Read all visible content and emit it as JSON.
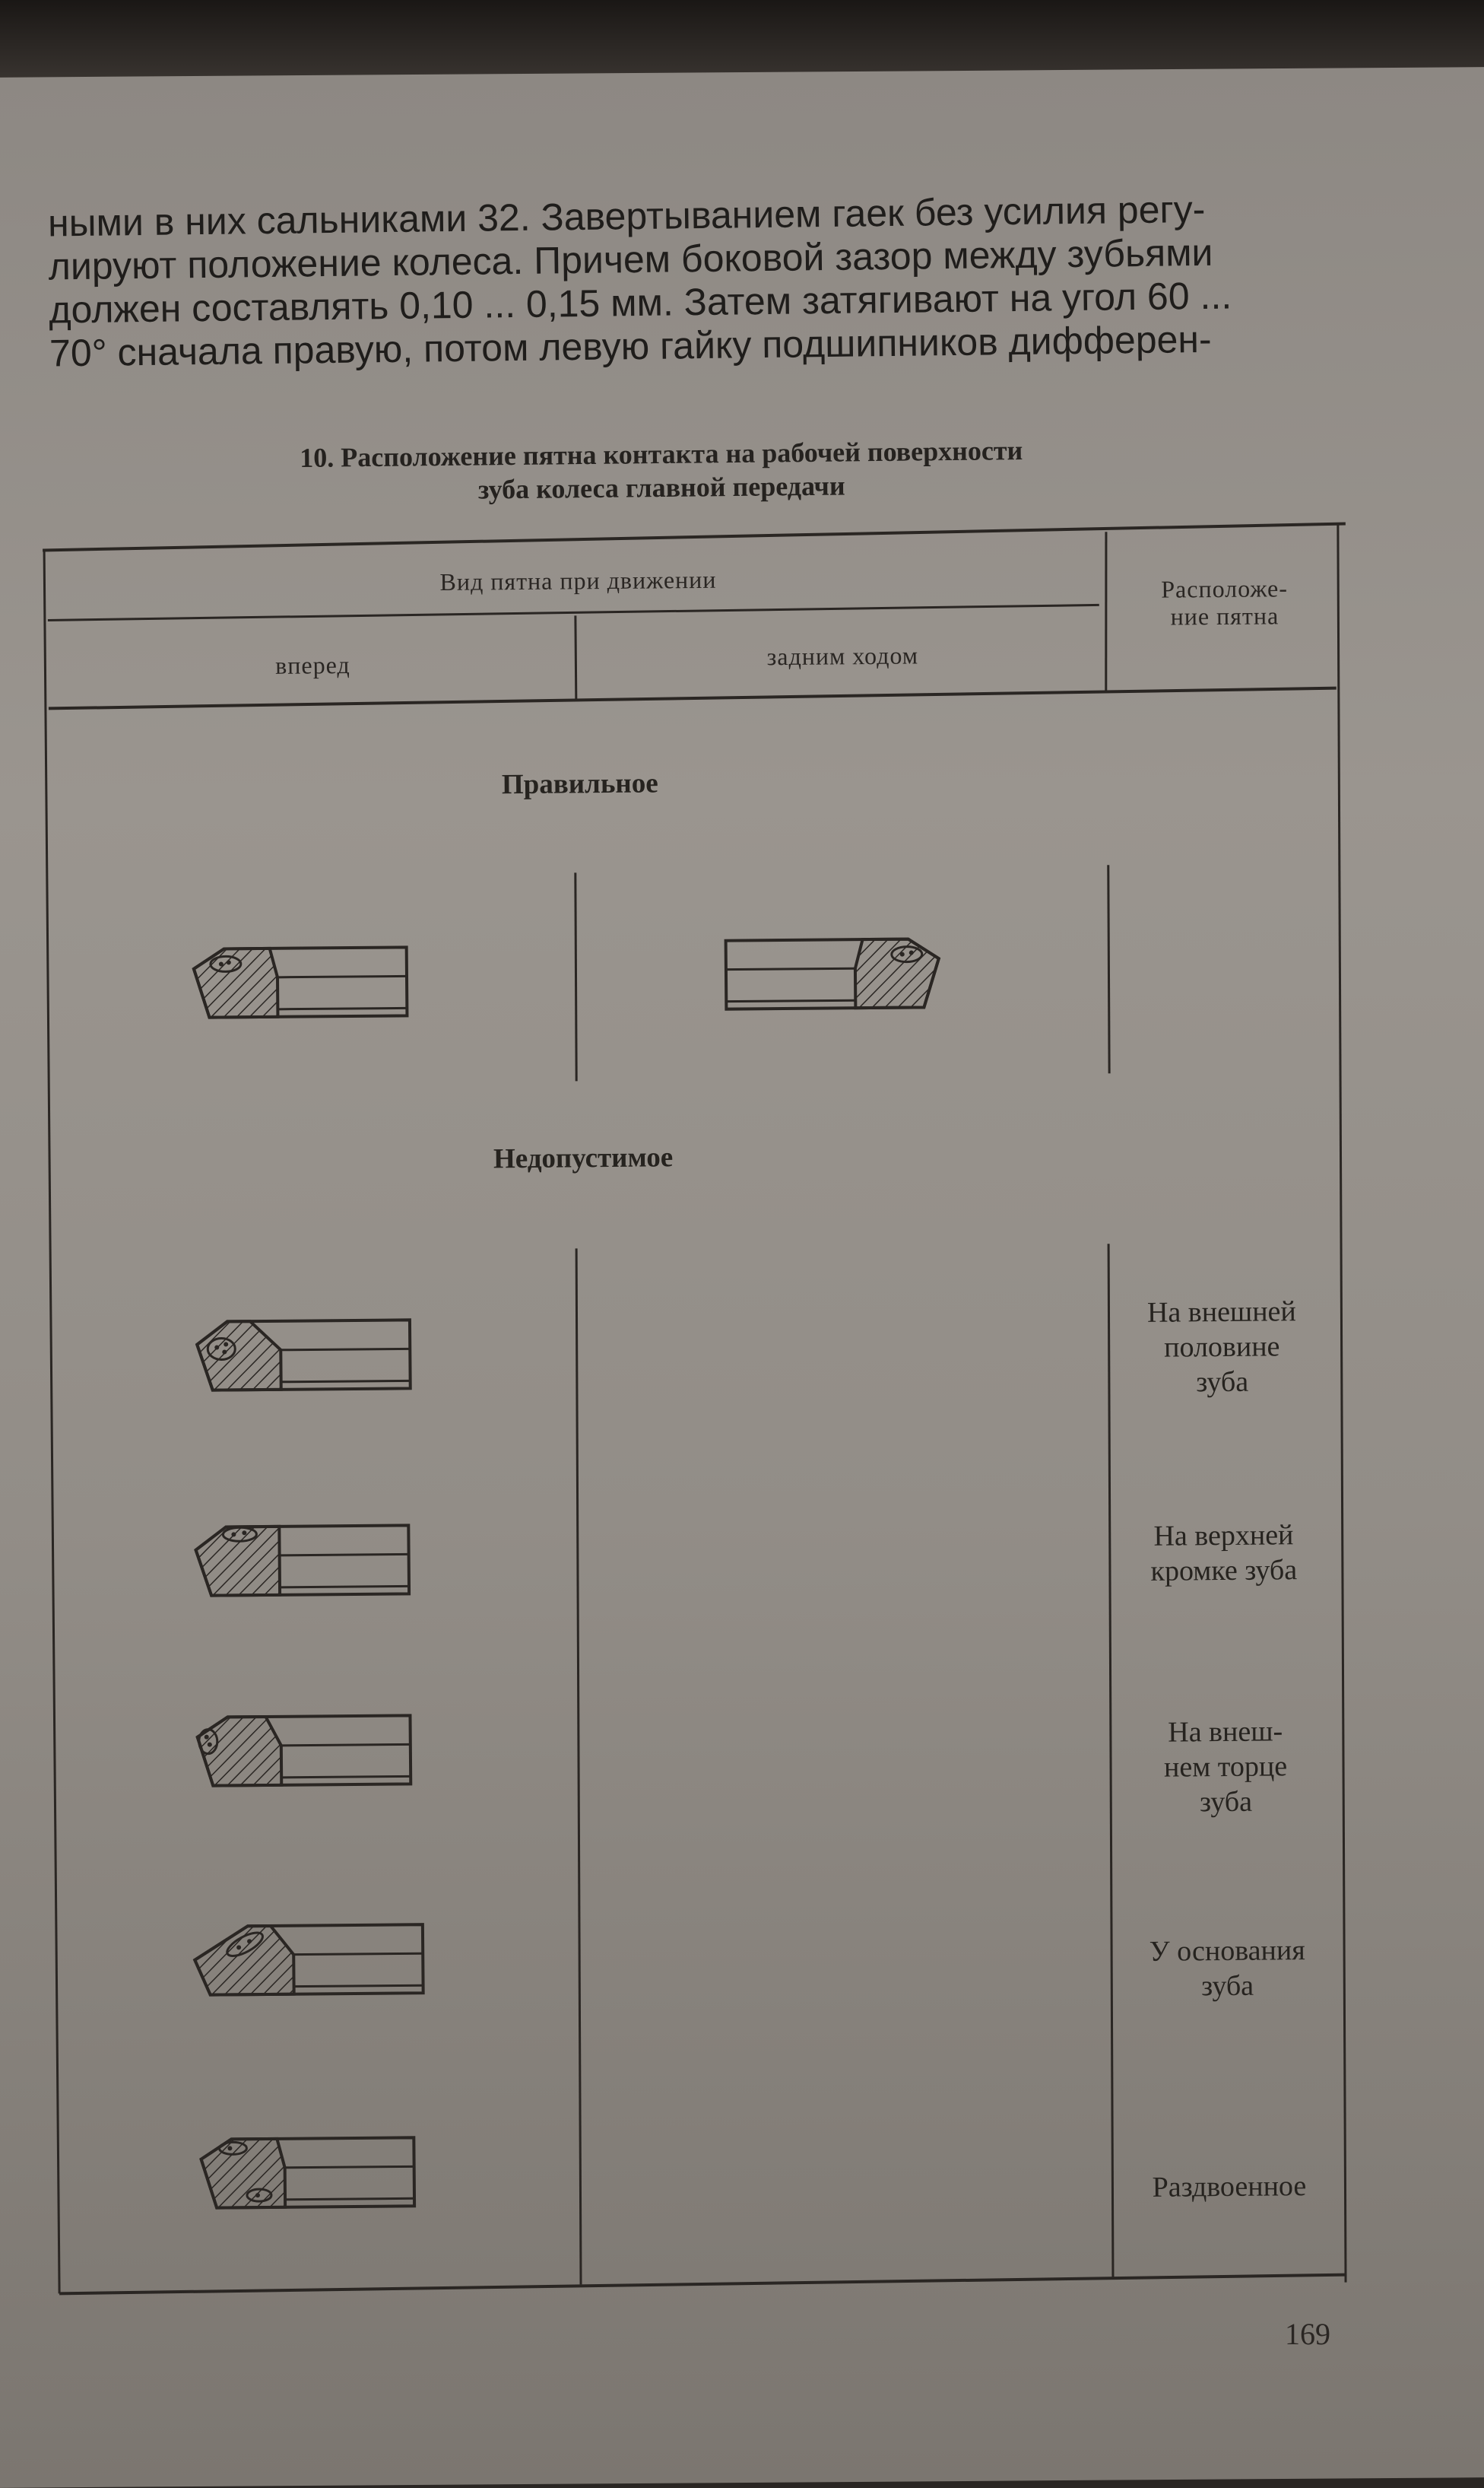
{
  "body_text": {
    "lines": [
      "ными в них сальниками 32. Завертыванием гаек без усилия регу-",
      "лируют положение колеса. Причем боковой зазор между зубьями",
      "должен составлять 0,10 ... 0,15 мм. Затем затягивают на угол 60 ...",
      "70° сначала правую, потом левую гайку подшипников дифферен-"
    ]
  },
  "table": {
    "caption_line1": "10. Расположение пятна контакта на рабочей поверхности",
    "caption_line2": "зуба колеса главной передачи",
    "header": {
      "group": "Вид пятна при движении",
      "forward": "вперед",
      "reverse": "задним ходом",
      "position_line1": "Расположе-",
      "position_line2": "ние пятна"
    },
    "sections": {
      "correct": "Правильное",
      "unacceptable": "Недопустимое"
    },
    "rows": [
      {
        "position": [
          "На внешней",
          "половине",
          "зуба"
        ]
      },
      {
        "position": [
          "На верхней",
          "кромке зуба"
        ]
      },
      {
        "position": [
          "На внеш-",
          "нем торце",
          "зуба"
        ]
      },
      {
        "position": [
          "У основания",
          "зуба"
        ]
      },
      {
        "position": [
          "Раздвоенное"
        ]
      }
    ]
  },
  "page_number": "169"
}
